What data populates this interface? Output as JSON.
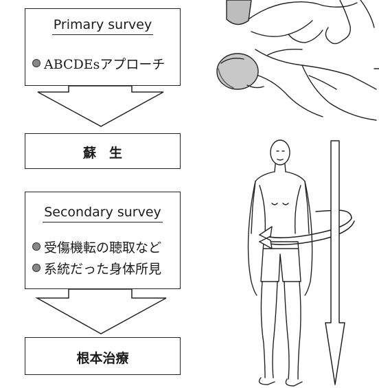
{
  "primary": {
    "title": "Primary survey",
    "bullets": [
      "ABCDEsアプローチ"
    ]
  },
  "resuscitation": {
    "label": "蘇　生"
  },
  "secondary": {
    "title": "Secondary survey",
    "bullets": [
      "受傷機転の聴取など",
      "系統だった身体所見"
    ]
  },
  "definitive": {
    "label": "根本治療"
  }
}
